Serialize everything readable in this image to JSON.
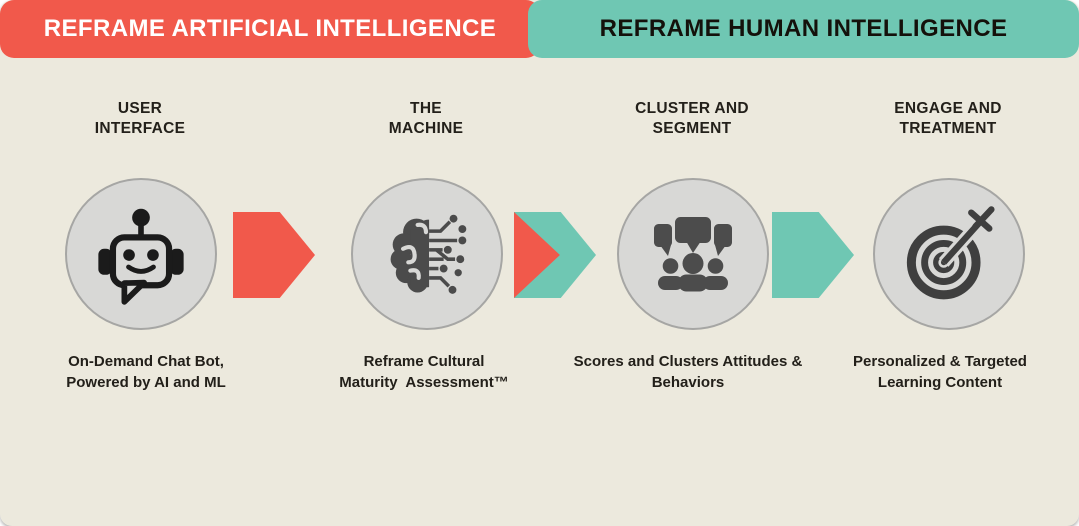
{
  "banners": {
    "artificial": {
      "label": "REFRAME ARTIFICIAL INTELLIGENCE"
    },
    "human": {
      "label": "REFRAME HUMAN INTELLIGENCE"
    }
  },
  "steps": [
    {
      "title": "USER\nINTERFACE",
      "icon": "chatbot-icon",
      "caption": "On-Demand Chat Bot,\nPowered by AI and ML"
    },
    {
      "title": "THE\nMACHINE",
      "icon": "brain-circuit-icon",
      "caption": "Reframe Cultural\nMaturity  Assessment™"
    },
    {
      "title": "CLUSTER AND\nSEGMENT",
      "icon": "group-discussion-icon",
      "caption": "Scores and Clusters Attitudes &\nBehaviors"
    },
    {
      "title": "ENGAGE AND\nTREATMENT",
      "icon": "target-arrow-icon",
      "caption": "Personalized & Targeted\nLearning Content"
    }
  ],
  "arrows": [
    {
      "style": "red"
    },
    {
      "style": "red-over-teal"
    },
    {
      "style": "teal"
    }
  ],
  "colors": {
    "red": "#F1594B",
    "teal": "#6FC7B3",
    "background": "#ECE9DD",
    "circle_fill": "#D8D8D6",
    "circle_border": "#A6A6A4",
    "icon_dark": "#4B4B4B",
    "robot_black": "#1B1B1B",
    "text_dark": "#23201A",
    "banner_text_light": "#FFFFFF",
    "banner_text_dark": "#14110B"
  }
}
